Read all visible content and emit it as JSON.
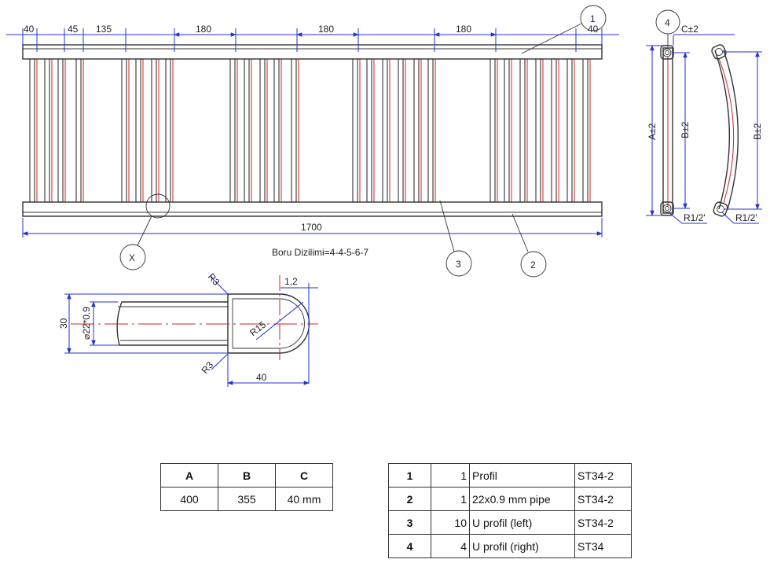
{
  "front_view": {
    "dims_top": [
      "40",
      "45",
      "135",
      "180",
      "180",
      "180",
      "40"
    ],
    "overall_length": "1700",
    "pipe_arrangement": "Boru Dizilimi=4-4-5-6-7"
  },
  "side_view": {
    "dim_a": "A±2",
    "dim_b": "B±2",
    "dim_c": "C±2",
    "dim_b_curved": "B±2",
    "thread": "R1/2'",
    "thread_curved": "R1/2'"
  },
  "detail_x": {
    "height": "30",
    "pipe": "⌀22*0.9",
    "wall": "1,2",
    "radius_bend": "R15",
    "radius_top": "R3",
    "radius_bottom": "R3",
    "depth": "40"
  },
  "balloons": {
    "item1": "1",
    "item2": "2",
    "item3": "3",
    "item4": "4",
    "detail": "X"
  },
  "dims_table": {
    "headers": [
      "A",
      "B",
      "C"
    ],
    "values": [
      "400",
      "355",
      "40 mm"
    ]
  },
  "parts_table": [
    {
      "no": "1",
      "qty": "1",
      "desc": "Profil",
      "material": "ST34-2"
    },
    {
      "no": "2",
      "qty": "1",
      "desc": "22x0.9 mm pipe",
      "material": "ST34-2"
    },
    {
      "no": "3",
      "qty": "10",
      "desc": "U profil (left)",
      "material": "ST34-2"
    },
    {
      "no": "4",
      "qty": "4",
      "desc": "U profil (right)",
      "material": "ST34"
    }
  ]
}
